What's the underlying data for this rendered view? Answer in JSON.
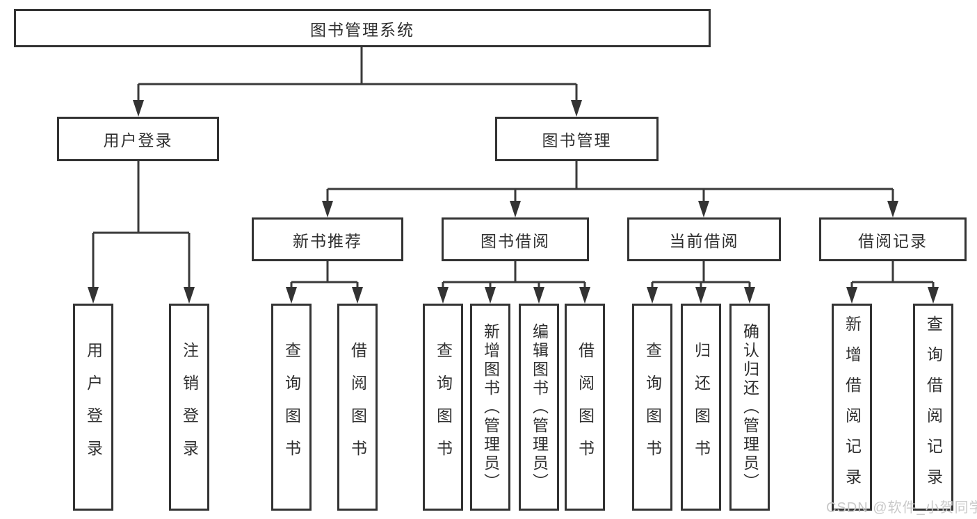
{
  "diagram": {
    "title": "图书管理系统",
    "modules": [
      {
        "label": "用户登录",
        "children": [
          {
            "label": "用户登录"
          },
          {
            "label": "注销登录"
          }
        ]
      },
      {
        "label": "图书管理",
        "sections": [
          {
            "label": "新书推荐",
            "children": [
              {
                "label": "查询图书"
              },
              {
                "label": "借阅图书"
              }
            ]
          },
          {
            "label": "图书借阅",
            "children": [
              {
                "label": "查询图书"
              },
              {
                "label": "新增图书（管理员）"
              },
              {
                "label": "编辑图书（管理员）"
              },
              {
                "label": "借阅图书"
              }
            ]
          },
          {
            "label": "当前借阅",
            "children": [
              {
                "label": "查询图书"
              },
              {
                "label": "归还图书"
              },
              {
                "label": "确认归还（管理员）"
              }
            ]
          },
          {
            "label": "借阅记录",
            "children": [
              {
                "label": "新增借阅记录"
              },
              {
                "label": "查询借阅记录"
              }
            ]
          }
        ]
      }
    ]
  },
  "watermark": {
    "text": "CSDN @软件_小贺同学"
  },
  "colors": {
    "background": "#ffffff",
    "box_border": "#333333",
    "connector_line": "#3a3a3a",
    "arrowhead": "#333333",
    "text": "#2f2f2f",
    "watermark": "#c9c9c9"
  }
}
